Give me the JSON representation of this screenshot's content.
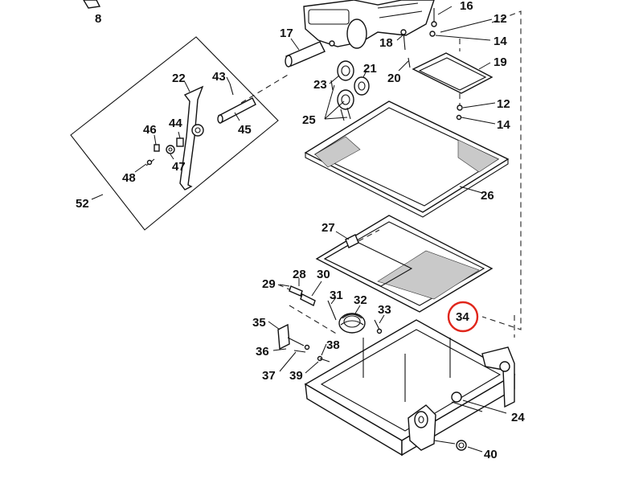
{
  "callouts": {
    "n8": "8",
    "n16": "16",
    "n12a": "12",
    "n14a": "14",
    "n17": "17",
    "n18": "18",
    "n19": "19",
    "n20": "20",
    "n21": "21",
    "n22": "22",
    "n43": "43",
    "n23": "23",
    "n25": "25",
    "n12b": "12",
    "n14b": "14",
    "n46": "46",
    "n44": "44",
    "n45": "45",
    "n47": "47",
    "n48": "48",
    "n52": "52",
    "n26": "26",
    "n27": "27",
    "n28": "28",
    "n29": "29",
    "n30": "30",
    "n31": "31",
    "n32": "32",
    "n33": "33",
    "n34": "34",
    "n35": "35",
    "n36": "36",
    "n37": "37",
    "n38": "38",
    "n39": "39",
    "n24": "24",
    "n40": "40"
  },
  "highlight": {
    "callout": "34",
    "color": "#e0261b"
  },
  "colors": {
    "line": "#111111",
    "background": "#ffffff"
  }
}
